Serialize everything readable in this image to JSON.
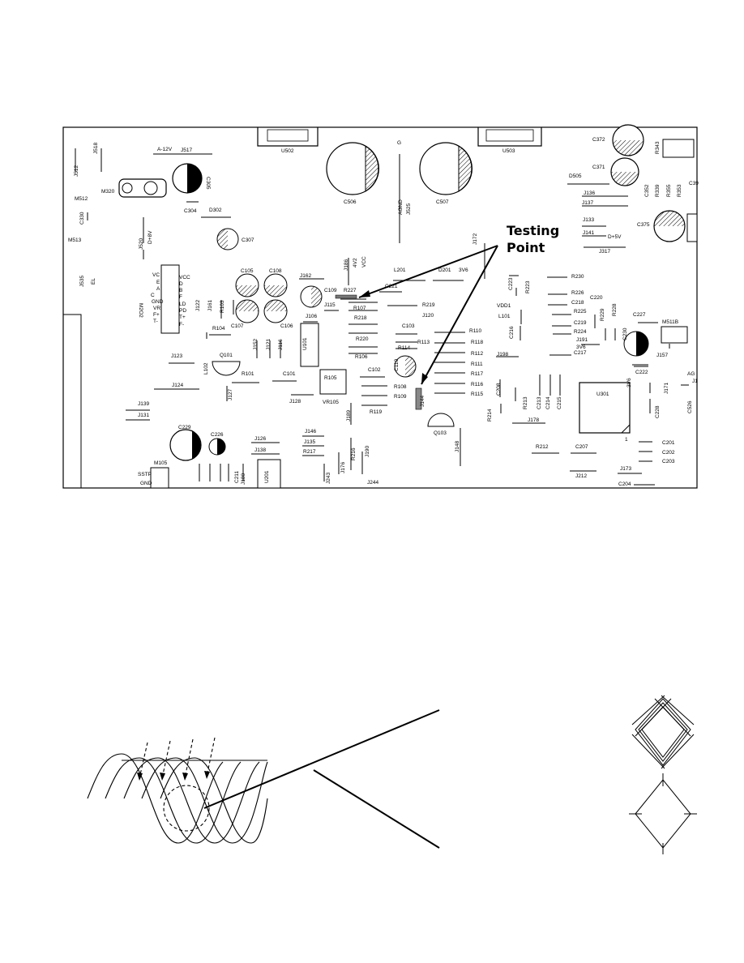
{
  "callout": {
    "line1": "Testing",
    "line2": "Point"
  },
  "board_labels": [
    "J518",
    "A-12V",
    "J517",
    "J512",
    "C305",
    "M320",
    "M512",
    "C304",
    "D302",
    "C330",
    "J520",
    "D+8V",
    "C307",
    "M513",
    "J535",
    "EL",
    "M2O2",
    "VC",
    "E",
    "A",
    "C",
    "GND",
    "VR",
    "F+",
    "T-",
    "VCC",
    "D",
    "B",
    "F",
    "LD",
    "PD",
    "T+",
    "F-",
    "J122",
    "J161",
    "R103",
    "R104",
    "C107",
    "C105",
    "C108",
    "J162",
    "C109",
    "J186",
    "4V2",
    "VCC",
    "R227",
    "L201",
    "D201",
    "3V6",
    "C221",
    "R218",
    "R107",
    "R219",
    "J120",
    "R220",
    "J115",
    "J106",
    "C103",
    "C106",
    "U101",
    "R106",
    "R114",
    "R110",
    "R113",
    "R118",
    "R112",
    "R111",
    "R117",
    "R116",
    "R115",
    "C110",
    "J144",
    "R108",
    "R109",
    "R119",
    "C102",
    "R105",
    "VR105",
    "J128",
    "C101",
    "J152",
    "J121",
    "J116",
    "Q101",
    "L102",
    "J123",
    "R101",
    "J124",
    "J127",
    "J139",
    "J131",
    "J189",
    "Q103",
    "J148",
    "C229",
    "C226",
    "J126",
    "J138",
    "J146",
    "J135",
    "R217",
    "M105",
    "SSTP",
    "GND",
    "C211",
    "J180",
    "U201",
    "J243",
    "J176",
    "R216",
    "J190",
    "J244",
    "U502",
    "U503",
    "C506",
    "C507",
    "G",
    "AGND",
    "J525",
    "J172",
    "C372",
    "R343",
    "C371",
    "D505",
    "J136",
    "J137",
    "C352",
    "R339",
    "R355",
    "R353",
    "C39",
    "J133",
    "J141",
    "D+5V",
    "C375",
    "J317",
    "R230",
    "C223",
    "R223",
    "R226",
    "VDD1",
    "L101",
    "C218",
    "R225",
    "C220",
    "C219",
    "R229",
    "R228",
    "R224",
    "C216",
    "J191",
    "3V6",
    "C217",
    "C227",
    "M511B",
    "C230",
    "J198",
    "C222",
    "J157",
    "C208",
    "R213",
    "C214",
    "C213",
    "C215",
    "R214",
    "J178",
    "U301",
    "1",
    "3V6",
    "J171",
    "C228",
    "C526",
    "AG",
    "J1",
    "R212",
    "C207",
    "J212",
    "C201",
    "C202",
    "C203",
    "J173",
    "C204"
  ]
}
